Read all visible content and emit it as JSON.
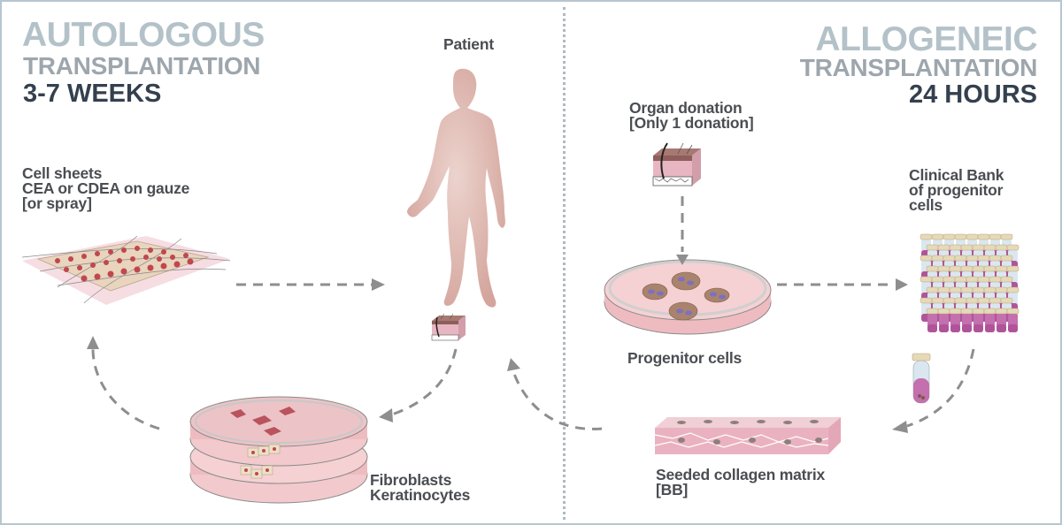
{
  "left_panel": {
    "title_line1": "AUTOLOGOUS",
    "title_line2": "TRANSPLANTATION",
    "duration": "3-7 WEEKS",
    "labels": {
      "patient": "Patient",
      "cell_sheets": "Cell sheets\nCEA or CDEA on gauze\n[or spray]",
      "culture": "Fibroblasts\nKeratinocytes"
    }
  },
  "right_panel": {
    "title_line1": "ALLOGENEIC",
    "title_line2": "TRANSPLANTATION",
    "duration": "24 HOURS",
    "labels": {
      "organ_donation": "Organ donation\n[Only 1 donation]",
      "clinical_bank": "Clinical Bank\nof progenitor\ncells",
      "progenitor_cells": "Progenitor cells",
      "collagen_matrix": "Seeded collagen matrix\n[BB]"
    }
  },
  "colors": {
    "title_light": "#b3c2c8",
    "title_mid": "#9ea6ad",
    "title_dark": "#34404e",
    "label_text": "#4a4d52",
    "arrow": "#8e8e8e",
    "skin_pink": "#e8b6c2",
    "dish_pink": "#f2c9cc",
    "body_tone": "#d9aea6",
    "vial_magenta": "#b0549a",
    "frame_border": "#b7c6cf"
  }
}
